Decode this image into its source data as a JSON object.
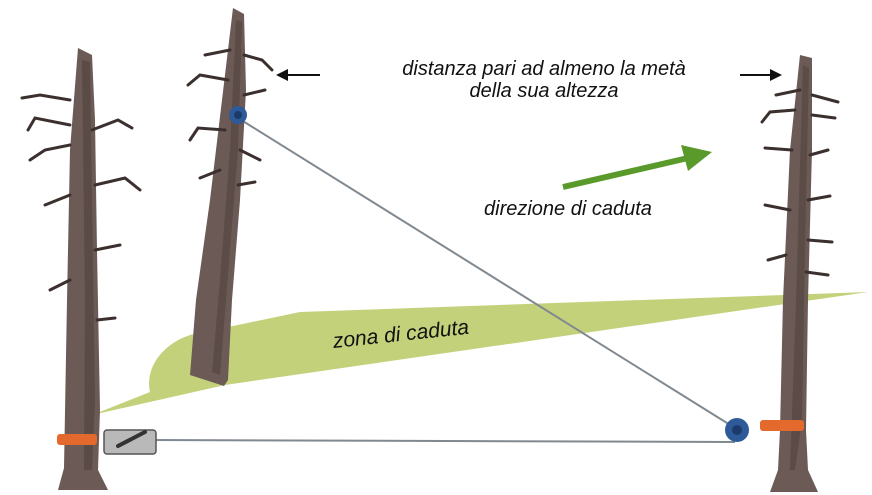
{
  "labels": {
    "distance_line1": "distanza pari ad almeno la metà",
    "distance_line2": "della sua altezza",
    "direction": "direzione di caduta",
    "zone": "zona di caduta"
  },
  "colors": {
    "trunk": "#6b5a55",
    "trunk_shadow": "#4a3c38",
    "branch": "#3b302d",
    "fall_zone": "#c3d27a",
    "arrow_green": "#5a9a2b",
    "rope": "#808890",
    "strap": "#e36a2c",
    "pulley": "#2f5a9a",
    "winch": "#b9b9b9"
  },
  "icons": [
    "arrow-left-icon",
    "arrow-right-icon",
    "fall-direction-arrow-icon",
    "winch-icon",
    "pulley-icon"
  ]
}
